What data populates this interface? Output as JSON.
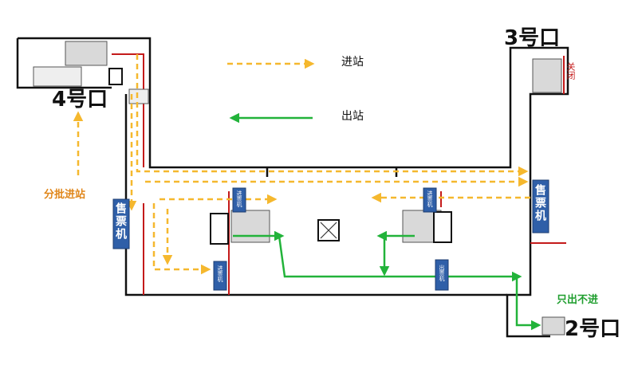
{
  "exits": {
    "exit4": "4号口",
    "exit3": "3号口",
    "exit2": "2号口"
  },
  "legend": {
    "enter_label": "进站",
    "exit_label": "出站"
  },
  "notes": {
    "batch_entry": "分批进站",
    "exit_only": "只出不进",
    "closed": "关闭"
  },
  "machines": {
    "ticket_left": "售票机",
    "ticket_right": "售票机",
    "gate_entry": "进票机",
    "gate_exit": "出票机"
  },
  "colors": {
    "enter_arrow": "#f5b82e",
    "exit_arrow": "#22b33a",
    "wall": "#111111",
    "red_line": "#c41a1a",
    "machine_fill": "#2f5fa8"
  }
}
